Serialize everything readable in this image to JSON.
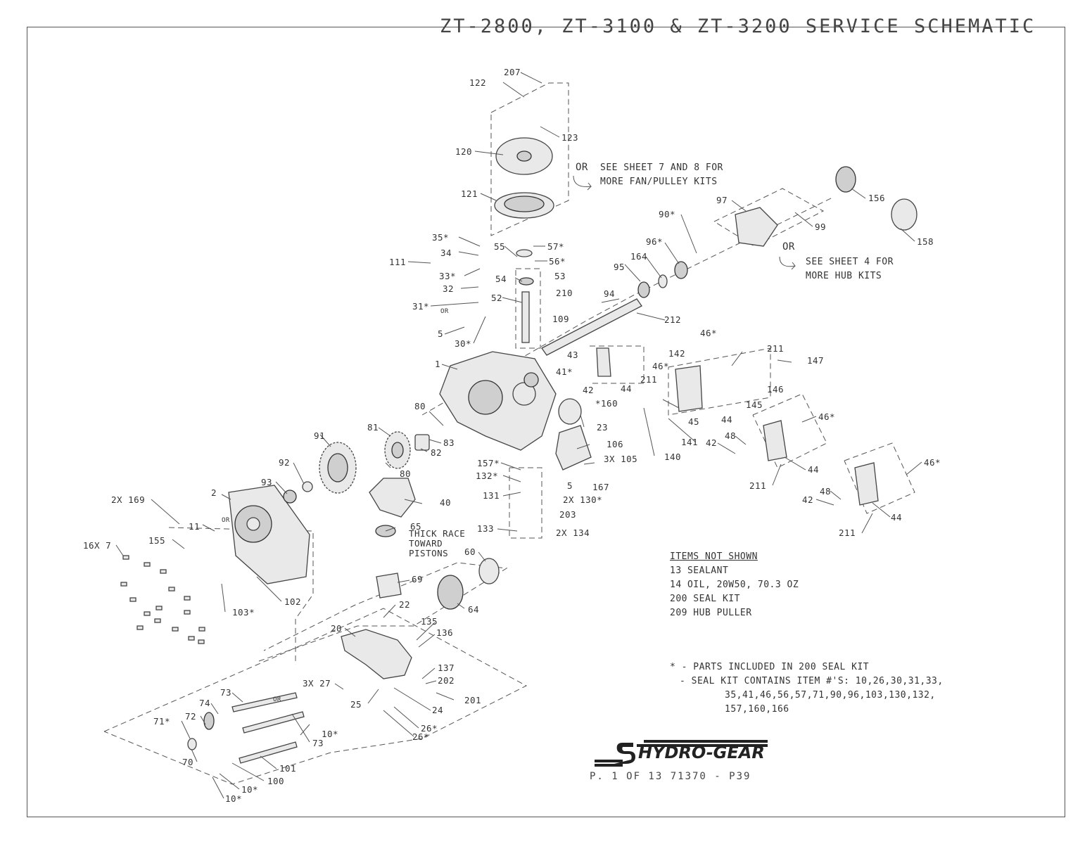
{
  "title": "ZT-2800, ZT-3100 & ZT-3200 SERVICE SCHEMATIC",
  "callouts": [
    {
      "id": "c207",
      "text": "207"
    },
    {
      "id": "c122",
      "text": "122"
    },
    {
      "id": "c123",
      "text": "123"
    },
    {
      "id": "c120",
      "text": "120"
    },
    {
      "id": "c121",
      "text": "121"
    },
    {
      "id": "c35",
      "text": "35*"
    },
    {
      "id": "c34",
      "text": "34"
    },
    {
      "id": "c33",
      "text": "33*"
    },
    {
      "id": "c32",
      "text": "32"
    },
    {
      "id": "c111",
      "text": "111"
    },
    {
      "id": "c31",
      "text": "31*"
    },
    {
      "id": "c30",
      "text": "30*"
    },
    {
      "id": "c5a",
      "text": "5"
    },
    {
      "id": "c55",
      "text": "55"
    },
    {
      "id": "c57",
      "text": "57*"
    },
    {
      "id": "c56",
      "text": "56*"
    },
    {
      "id": "c54",
      "text": "54"
    },
    {
      "id": "c53",
      "text": "53"
    },
    {
      "id": "c52",
      "text": "52"
    },
    {
      "id": "c210",
      "text": "210"
    },
    {
      "id": "c109",
      "text": "109"
    },
    {
      "id": "c94",
      "text": "94"
    },
    {
      "id": "c212",
      "text": "212"
    },
    {
      "id": "c95",
      "text": "95"
    },
    {
      "id": "c164",
      "text": "164"
    },
    {
      "id": "c96",
      "text": "96*"
    },
    {
      "id": "c90",
      "text": "90*"
    },
    {
      "id": "c97",
      "text": "97"
    },
    {
      "id": "c99",
      "text": "99"
    },
    {
      "id": "c156",
      "text": "156"
    },
    {
      "id": "c158",
      "text": "158"
    },
    {
      "id": "c1",
      "text": "1"
    },
    {
      "id": "c43",
      "text": "43"
    },
    {
      "id": "c41",
      "text": "41*"
    },
    {
      "id": "c42a",
      "text": "42"
    },
    {
      "id": "c160",
      "text": "*160"
    },
    {
      "id": "c44a",
      "text": "44"
    },
    {
      "id": "c211a",
      "text": "211"
    },
    {
      "id": "c46a",
      "text": "46*"
    },
    {
      "id": "c46b",
      "text": "46*"
    },
    {
      "id": "c142",
      "text": "142"
    },
    {
      "id": "c211b",
      "text": "211"
    },
    {
      "id": "c147",
      "text": "147"
    },
    {
      "id": "c146",
      "text": "146"
    },
    {
      "id": "c145",
      "text": "145"
    },
    {
      "id": "c44b",
      "text": "44"
    },
    {
      "id": "c45",
      "text": "45"
    },
    {
      "id": "c141",
      "text": "141"
    },
    {
      "id": "c140",
      "text": "140"
    },
    {
      "id": "c23",
      "text": "23"
    },
    {
      "id": "c80a",
      "text": "80"
    },
    {
      "id": "c83",
      "text": "83"
    },
    {
      "id": "c81",
      "text": "81"
    },
    {
      "id": "c82",
      "text": "82"
    },
    {
      "id": "c91",
      "text": "91"
    },
    {
      "id": "c80b",
      "text": "80"
    },
    {
      "id": "c92",
      "text": "92"
    },
    {
      "id": "c93",
      "text": "93"
    },
    {
      "id": "c106",
      "text": "106"
    },
    {
      "id": "c105",
      "text": "3X 105"
    },
    {
      "id": "c157",
      "text": "157*"
    },
    {
      "id": "c132",
      "text": "132*"
    },
    {
      "id": "c5b",
      "text": "5"
    },
    {
      "id": "c167",
      "text": "167"
    },
    {
      "id": "c131",
      "text": "131"
    },
    {
      "id": "c130",
      "text": "2X 130*"
    },
    {
      "id": "c203",
      "text": "203"
    },
    {
      "id": "c133",
      "text": "133"
    },
    {
      "id": "c134",
      "text": "2X 134"
    },
    {
      "id": "c40",
      "text": "40"
    },
    {
      "id": "c2",
      "text": "2"
    },
    {
      "id": "c169",
      "text": "2X 169"
    },
    {
      "id": "c11",
      "text": "11"
    },
    {
      "id": "c65",
      "text": "65"
    },
    {
      "id": "c7",
      "text": "16X 7"
    },
    {
      "id": "c155",
      "text": "155"
    },
    {
      "id": "c60",
      "text": "60"
    },
    {
      "id": "c69",
      "text": "69"
    },
    {
      "id": "c102",
      "text": "102"
    },
    {
      "id": "c103",
      "text": "103*"
    },
    {
      "id": "c22",
      "text": "22"
    },
    {
      "id": "c64",
      "text": "64"
    },
    {
      "id": "c20",
      "text": "20"
    },
    {
      "id": "c135",
      "text": "135"
    },
    {
      "id": "c136",
      "text": "136"
    },
    {
      "id": "c137",
      "text": "137"
    },
    {
      "id": "c202",
      "text": "202"
    },
    {
      "id": "c27",
      "text": "3X 27"
    },
    {
      "id": "c201",
      "text": "201"
    },
    {
      "id": "c25",
      "text": "25"
    },
    {
      "id": "c24",
      "text": "24"
    },
    {
      "id": "c26a",
      "text": "26*"
    },
    {
      "id": "c26b",
      "text": "26*"
    },
    {
      "id": "c73a",
      "text": "73"
    },
    {
      "id": "c74",
      "text": "74"
    },
    {
      "id": "c72",
      "text": "72"
    },
    {
      "id": "c71",
      "text": "71*"
    },
    {
      "id": "c73b",
      "text": "73"
    },
    {
      "id": "c10a",
      "text": "10*"
    },
    {
      "id": "c70",
      "text": "70"
    },
    {
      "id": "c101",
      "text": "101"
    },
    {
      "id": "c100",
      "text": "100"
    },
    {
      "id": "c10b",
      "text": "10*"
    },
    {
      "id": "c10c",
      "text": "10*"
    },
    {
      "id": "c42b",
      "text": "42"
    },
    {
      "id": "c48a",
      "text": "48"
    },
    {
      "id": "c46c",
      "text": "46*"
    },
    {
      "id": "c44c",
      "text": "44"
    },
    {
      "id": "c211c",
      "text": "211"
    },
    {
      "id": "c48b",
      "text": "48"
    },
    {
      "id": "c42c",
      "text": "42"
    },
    {
      "id": "c46d",
      "text": "46*"
    },
    {
      "id": "c44d",
      "text": "44"
    },
    {
      "id": "c211d",
      "text": "211"
    },
    {
      "id": "cOr1",
      "text": "OR"
    },
    {
      "id": "cOr2",
      "text": "OR"
    },
    {
      "id": "cOr3",
      "text": "OR"
    },
    {
      "id": "cOr4",
      "text": "OR"
    },
    {
      "id": "cOr5",
      "text": "OR"
    }
  ],
  "fan_note": {
    "line1": "SEE SHEET 7 AND 8 FOR",
    "line2": "MORE FAN/PULLEY KITS"
  },
  "hub_note": {
    "line1": "SEE SHEET 4 FOR",
    "line2": "MORE HUB KITS"
  },
  "thick_race_note": {
    "line1": "THICK RACE",
    "line2": "TOWARD",
    "line3": "PISTONS"
  },
  "items_not_shown": {
    "heading": "ITEMS NOT SHOWN",
    "items": [
      "13 SEALANT",
      "14 OIL, 20W50, 70.3 OZ",
      "200 SEAL KIT",
      "209 HUB PULLER"
    ]
  },
  "seal_kit_note": {
    "line1": "* - PARTS INCLUDED IN 200 SEAL KIT",
    "line2": "- SEAL KIT CONTAINS ITEM #'S: 10,26,30,31,33,",
    "line3": "35,41,46,56,57,71,90,96,103,130,132,",
    "line4": "157,160,166"
  },
  "logo_text": "HYDRO-GEAR",
  "footer": "P. 1  OF 13    71370 - P39"
}
